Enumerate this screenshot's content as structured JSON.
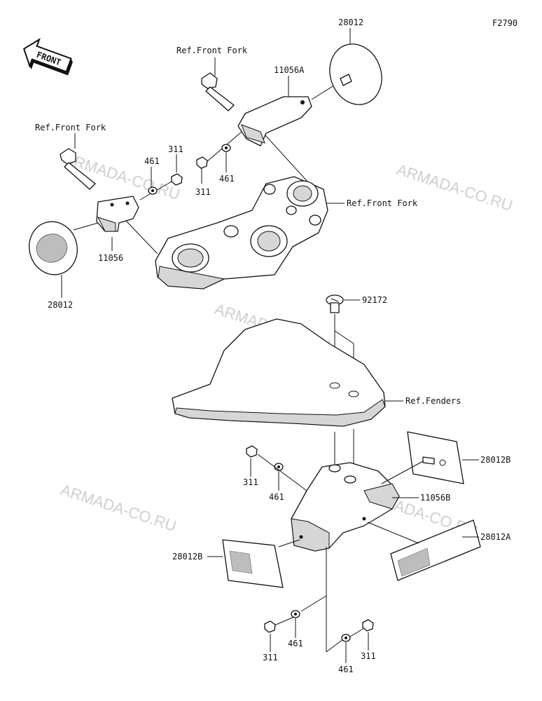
{
  "diagram_code": "F2790",
  "front_badge": "FRONT",
  "watermark": "ARMADA-CO.RU",
  "refs": {
    "front_fork_top": "Ref.Front Fork",
    "front_fork_left": "Ref.Front Fork",
    "front_fork_clamp": "Ref.Front Fork",
    "fenders": "Ref.Fenders"
  },
  "part_labels": {
    "reflector_top_right": "28012",
    "bracket_top_right": "11056A",
    "nut_upper_right": "311",
    "washer_upper_right": "461",
    "nut_upper_left": "311",
    "washer_upper_left": "461",
    "bracket_left": "11056",
    "reflector_left": "28012",
    "screw": "92172",
    "reflector_rect_upper_right": "28012B",
    "bracket_lower": "11056B",
    "reflector_lower_right": "28012A",
    "reflector_lower_left": "28012B",
    "nut_mid_left": "311",
    "washer_mid_left": "461",
    "washer_bottom_left": "461",
    "nut_bottom_left": "311",
    "washer_bottom_center": "461",
    "nut_bottom_right": "311"
  }
}
